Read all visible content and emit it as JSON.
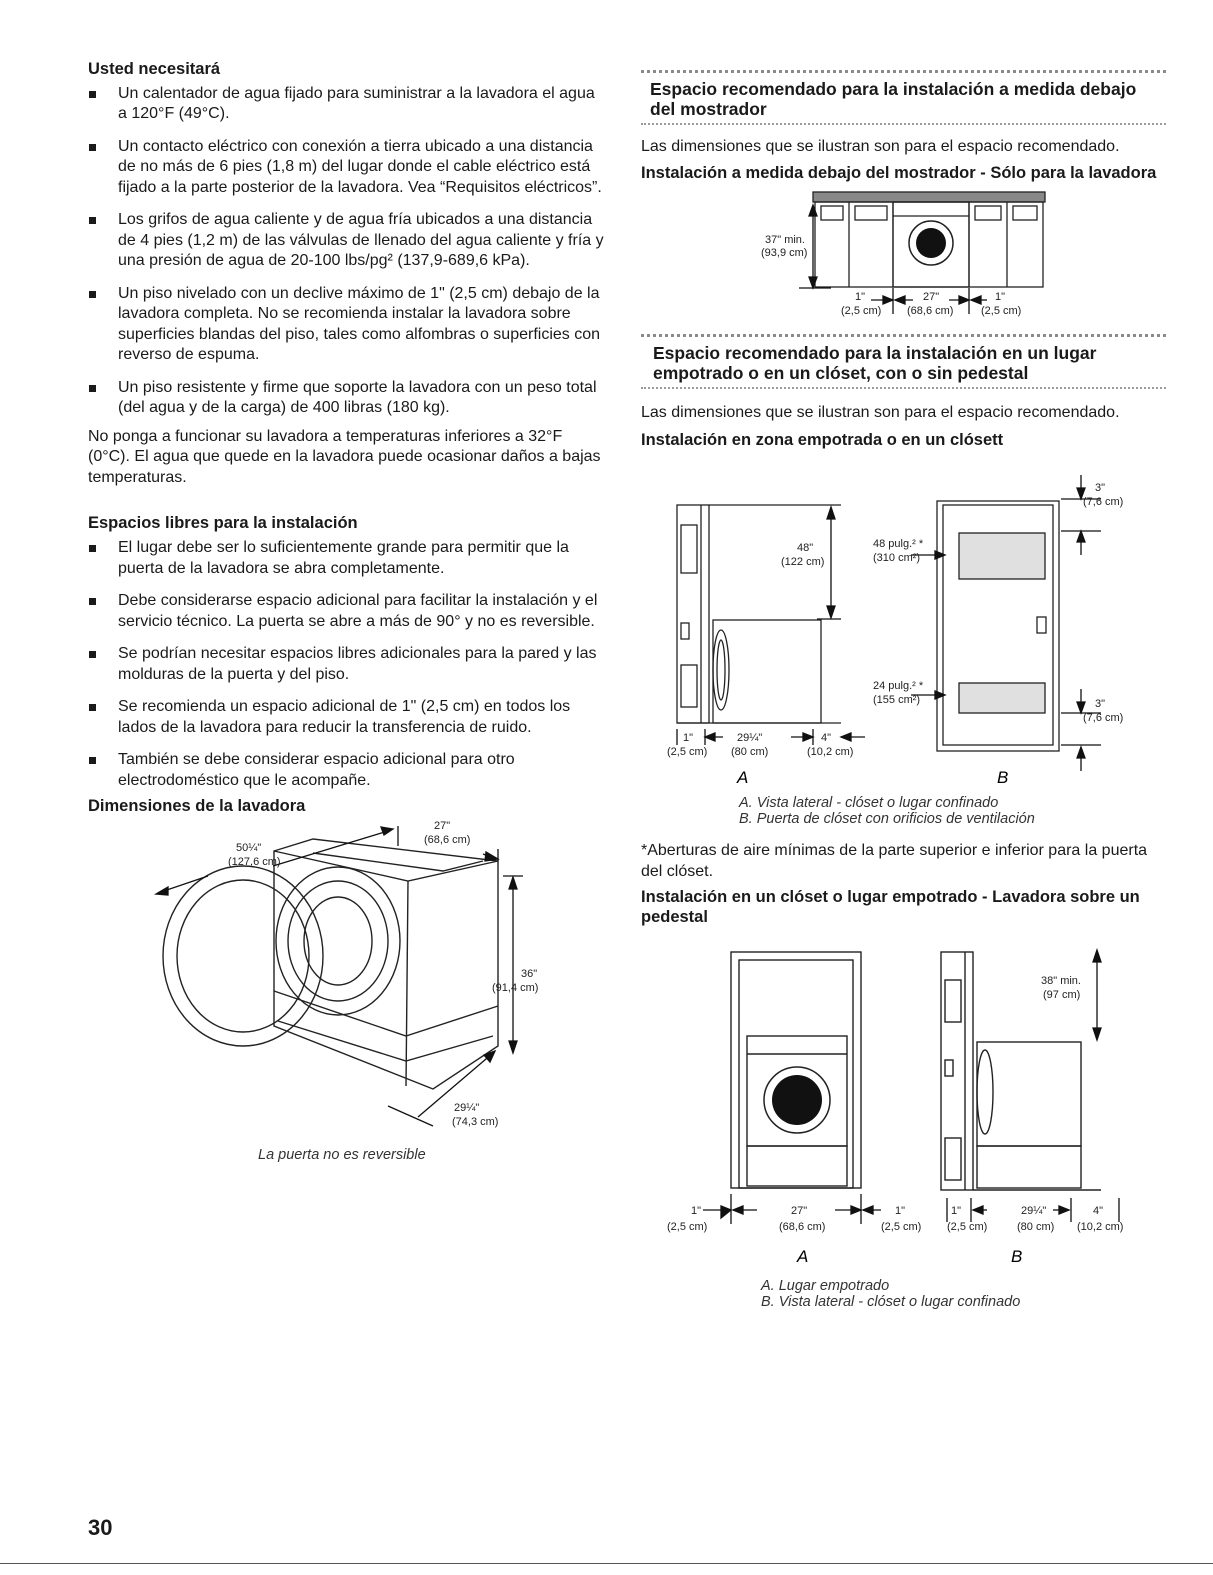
{
  "left": {
    "need_title": "Usted necesitará",
    "need_items": [
      "Un calentador de agua fijado para suministrar a la lavadora el agua a 120°F (49°C).",
      "Un contacto eléctrico con conexión a tierra ubicado a una distancia de no más de 6 pies (1,8 m) del lugar donde el cable eléctrico está fijado a la parte posterior de la lavadora. Vea “Requisitos eléctricos”.",
      "Los grifos de agua caliente y de agua fría ubicados a una distancia de 4 pies (1,2 m) de las válvulas de llenado del agua caliente y fría y una presión de agua de 20-100 lbs/pg² (137,9-689,6 kPa).",
      "Un piso nivelado con un declive máximo de 1\" (2,5 cm) debajo de la lavadora completa. No se recomienda instalar la lavadora sobre superficies blandas del piso, tales como alfombras o superficies con reverso de espuma.",
      "Un piso resistente y firme que soporte la lavadora con un peso total (del agua y de la carga) de 400 libras (180 kg)."
    ],
    "temp_note": "No ponga a funcionar su lavadora a temperaturas inferiores a 32°F (0°C). El agua que quede en la lavadora puede ocasionar daños a bajas temperaturas.",
    "clear_title": "Espacios libres para la instalación",
    "clear_items": [
      "El lugar debe ser lo suficientemente grande para permitir que la puerta de la lavadora se abra completamente.",
      "Debe considerarse espacio adicional para facilitar la instalación y el servicio técnico. La puerta se abre a más de 90° y no es reversible.",
      "Se podrían necesitar espacios libres adicionales para la pared y las molduras de la puerta y del piso.",
      "Se recomienda un espacio adicional de 1\" (2,5 cm) en todos los lados de la lavadora para reducir la transferencia de ruido.",
      "También se debe considerar espacio adicional para otro electrodoméstico que le acompañe."
    ],
    "dims_title": "Dimensiones de la lavadora",
    "dims": {
      "width_in": "27\"",
      "width_cm": "(68,6 cm)",
      "door_in": "50¼\"",
      "door_cm": "(127,6 cm)",
      "height_in": "36\"",
      "height_cm": "(91,4 cm)",
      "depth_in": "29¼\"",
      "depth_cm": "(74,3 cm)"
    },
    "dims_caption": "La puerta no es reversible"
  },
  "right": {
    "under_title": "Espacio recomendado para la instalación a medida debajo del mostrador",
    "under_text": "Las dimensiones que se ilustran son para el espacio recomendado.",
    "under_sub": "Instalación a medida debajo del mostrador - Sólo para la lavadora",
    "under_fig": {
      "height": "37\" min.",
      "height_cm": "(93,9 cm)",
      "side": "1\"",
      "side_cm": "(2,5 cm)",
      "width": "27\"",
      "width_cm": "(68,6 cm)"
    },
    "closet_title": "Espacio recomendado para la instalación en un lugar empotrado o en un clóset, con o sin pedestal",
    "closet_text": "Las dimensiones que se ilustran son para el espacio recomendado.",
    "closet_sub": "Instalación en zona empotrada o en un clósett",
    "closet_fig": {
      "h48": "48\"",
      "h48_cm": "(122 cm)",
      "top_vent": "48 pulg.² *",
      "top_vent_cm": "(310 cm²)",
      "bot_vent": "24 pulg.² *",
      "bot_vent_cm": "(155 cm²)",
      "gap3": "3\"",
      "gap3_cm": "(7,6 cm)",
      "b1": "1\"",
      "b1_cm": "(2,5 cm)",
      "b2": "29¼\"",
      "b2_cm": "(80 cm)",
      "b3": "4\"",
      "b3_cm": "(10,2 cm)",
      "label_a": "A",
      "label_b": "B"
    },
    "closet_cap_a": "A. Vista lateral - clóset o lugar confinado",
    "closet_cap_b": "B. Puerta de clóset con orificios de ventilación",
    "air_note": "*Aberturas de aire mínimas de la parte superior e inferior para la puerta del clóset.",
    "ped_sub": "Instalación en un clóset o lugar empotrado - Lavadora sobre un pedestal",
    "ped_fig": {
      "h38": "38\" min.",
      "h38_cm": "(97 cm)",
      "s1": "1\"",
      "s1_cm": "(2,5 cm)",
      "w27": "27\"",
      "w27_cm": "(68,6 cm)",
      "d29": "29¼\"",
      "d29_cm": "(80 cm)",
      "d4": "4\"",
      "d4_cm": "(10,2 cm)",
      "label_a": "A",
      "label_b": "B"
    },
    "ped_cap_a": "A. Lugar empotrado",
    "ped_cap_b": "B. Vista lateral - clóset o lugar confinado"
  },
  "page_number": "30"
}
